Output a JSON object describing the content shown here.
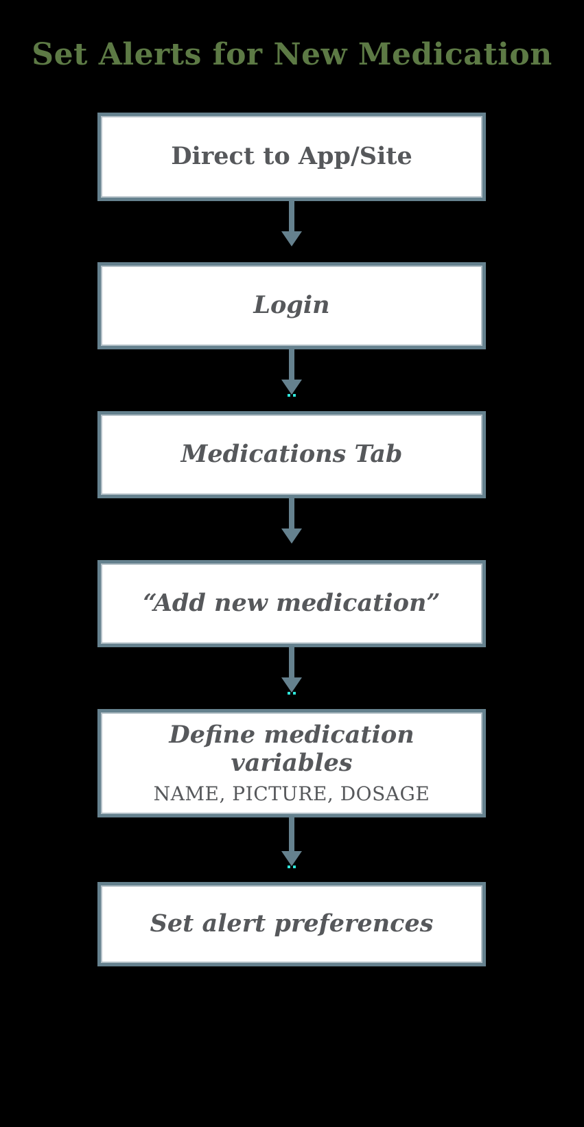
{
  "title": {
    "text": "Set Alerts for New Medication"
  },
  "flowchart": {
    "type": "vertical-flow",
    "steps": [
      {
        "label": "Direct to App/Site"
      },
      {
        "label": "Login"
      },
      {
        "label": "Medications Tab"
      },
      {
        "label": "“Add new medication”"
      },
      {
        "label": "Define medication variables",
        "sublabel": "NAME, PICTURE, DOSAGE"
      },
      {
        "label": "Set alert preferences"
      }
    ],
    "connectors": "down-arrows-between-each-step"
  },
  "colors": {
    "background": "#000000",
    "title-color": "#5d7a45",
    "box-border": "#65818e",
    "box-inner-line": "#b3c0c7",
    "box-fill": "#ffffff",
    "box-text": "#56585b",
    "arrow": "#65818e",
    "artifact": "#2ee6da"
  }
}
